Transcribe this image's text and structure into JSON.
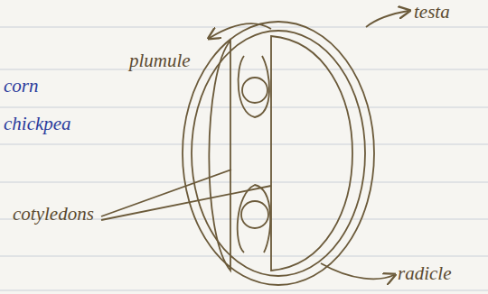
{
  "diagram": {
    "labels": [
      "plumule",
      "testa",
      "corn",
      "chickpea",
      "cotyledons",
      "radicle"
    ]
  }
}
